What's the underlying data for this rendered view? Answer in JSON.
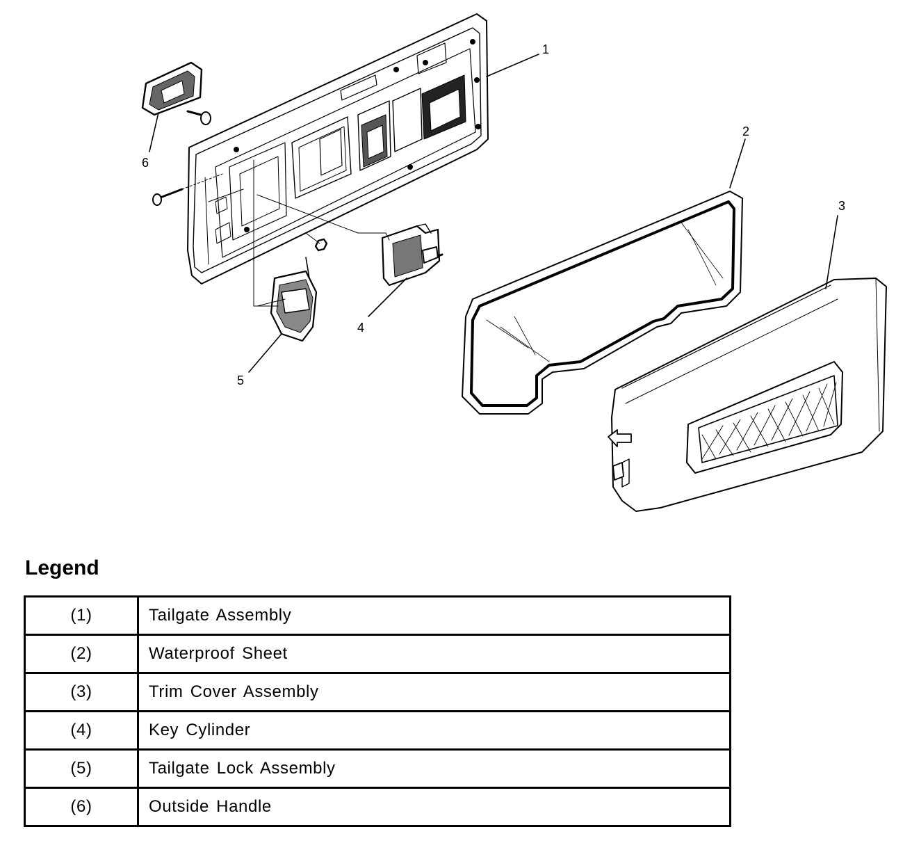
{
  "callouts": [
    "1",
    "2",
    "3",
    "4",
    "5",
    "6"
  ],
  "legend": {
    "title": "Legend",
    "rows": [
      {
        "num": "(1)",
        "desc": "Tailgate Assembly"
      },
      {
        "num": "(2)",
        "desc": "Waterproof Sheet"
      },
      {
        "num": "(3)",
        "desc": "Trim Cover Assembly"
      },
      {
        "num": "(4)",
        "desc": "Key Cylinder"
      },
      {
        "num": "(5)",
        "desc": "Tailgate Lock Assembly"
      },
      {
        "num": "(6)",
        "desc": "Outside Handle"
      }
    ]
  }
}
